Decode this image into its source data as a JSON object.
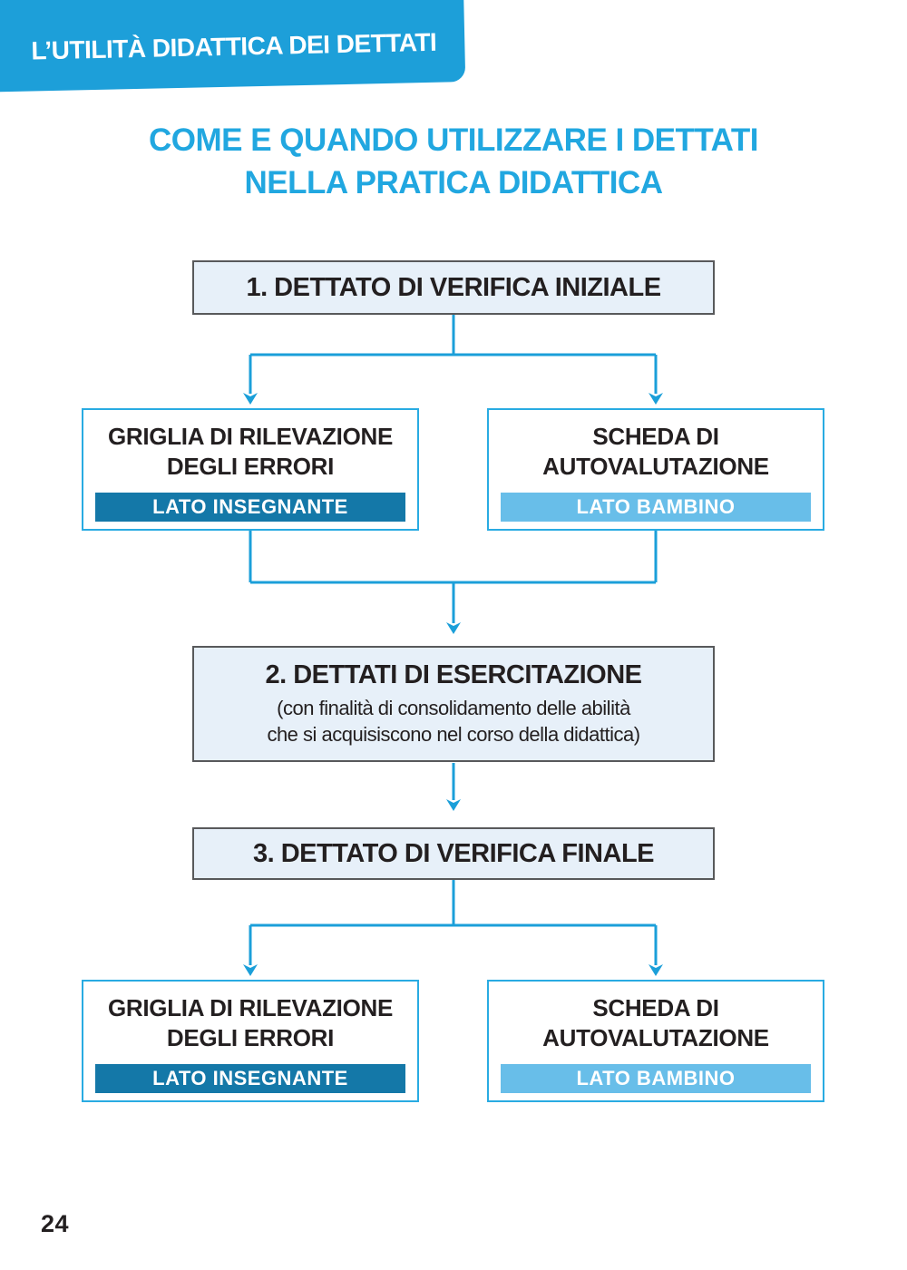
{
  "header_banner": {
    "label": "L’UTILITÀ DIDATTICA DEI DETTATI"
  },
  "title": {
    "line1": "COME E QUANDO UTILIZZARE I DETTATI",
    "line2": "NELLA PRATICA DIDATTICA"
  },
  "flowchart": {
    "step1": {
      "label": "1. DETTATO DI VERIFICA INIZIALE"
    },
    "branch_top": {
      "left": {
        "line1": "GRIGLIA DI RILEVAZIONE",
        "line2": "DEGLI ERRORI",
        "tag": "LATO INSEGNANTE"
      },
      "right": {
        "line1": "SCHEDA DI",
        "line2": "AUTOVALUTAZIONE",
        "tag": "LATO BAMBINO"
      }
    },
    "step2": {
      "label": "2. DETTATI DI ESERCITAZIONE",
      "subtitle_line1": "(con finalità di consolidamento delle abilità",
      "subtitle_line2": "che si acquisiscono nel corso della didattica)"
    },
    "step3": {
      "label": "3. DETTATO DI VERIFICA FINALE"
    },
    "branch_bottom": {
      "left": {
        "line1": "GRIGLIA DI RILEVAZIONE",
        "line2": "DEGLI ERRORI",
        "tag": "LATO INSEGNANTE"
      },
      "right": {
        "line1": "SCHEDA DI",
        "line2": "AUTOVALUTAZIONE",
        "tag": "LATO BAMBINO"
      }
    }
  },
  "page": {
    "number": "24"
  },
  "colors": {
    "ribbon_blue": "#1D9FD9",
    "title_blue": "#21A7E0",
    "connector_blue": "#1B9FD9",
    "step_box_fill": "#E7F0F9",
    "step_box_border": "#58595B",
    "side_box_border": "#29ABE2",
    "teacher_bar": "#1478A8",
    "child_bar": "#68BEE9",
    "text_dark": "#231F20"
  }
}
